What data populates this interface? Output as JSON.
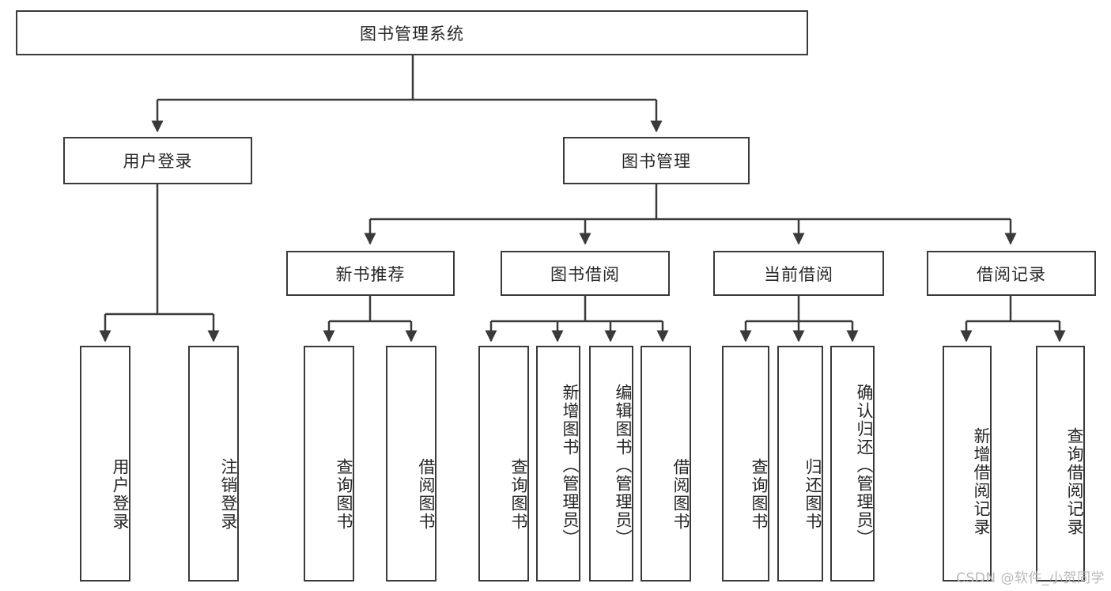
{
  "diagram": {
    "type": "tree-hierarchy-chart",
    "title": "图书管理系统",
    "line_color": "#3a3a3a",
    "box_fill": "#ffffff",
    "text_color": "#262626",
    "levels": 4
  },
  "root": {
    "label": "图书管理系统"
  },
  "level2": [
    {
      "label": "用户登录"
    },
    {
      "label": "图书管理"
    }
  ],
  "level3": [
    {
      "label": "新书推荐"
    },
    {
      "label": "图书借阅"
    },
    {
      "label": "当前借阅"
    },
    {
      "label": "借阅记录"
    }
  ],
  "leaves": {
    "user_login": [
      {
        "label": "用户登录"
      },
      {
        "label": "注销登录"
      }
    ],
    "new_book_recommend": [
      {
        "label": "查询图书"
      },
      {
        "label": "借阅图书"
      }
    ],
    "book_borrow": [
      {
        "label": "查询图书"
      },
      {
        "label": "新增图书（管理员）"
      },
      {
        "label": "编辑图书（管理员）"
      },
      {
        "label": "借阅图书"
      }
    ],
    "current_borrow": [
      {
        "label": "查询图书"
      },
      {
        "label": "归还图书"
      },
      {
        "label": "确认归还（管理员）"
      }
    ],
    "borrow_record": [
      {
        "label": "新增借阅记录"
      },
      {
        "label": "查询借阅记录"
      }
    ]
  },
  "watermark": {
    "text": "CSDN @软件_小贺同学"
  }
}
